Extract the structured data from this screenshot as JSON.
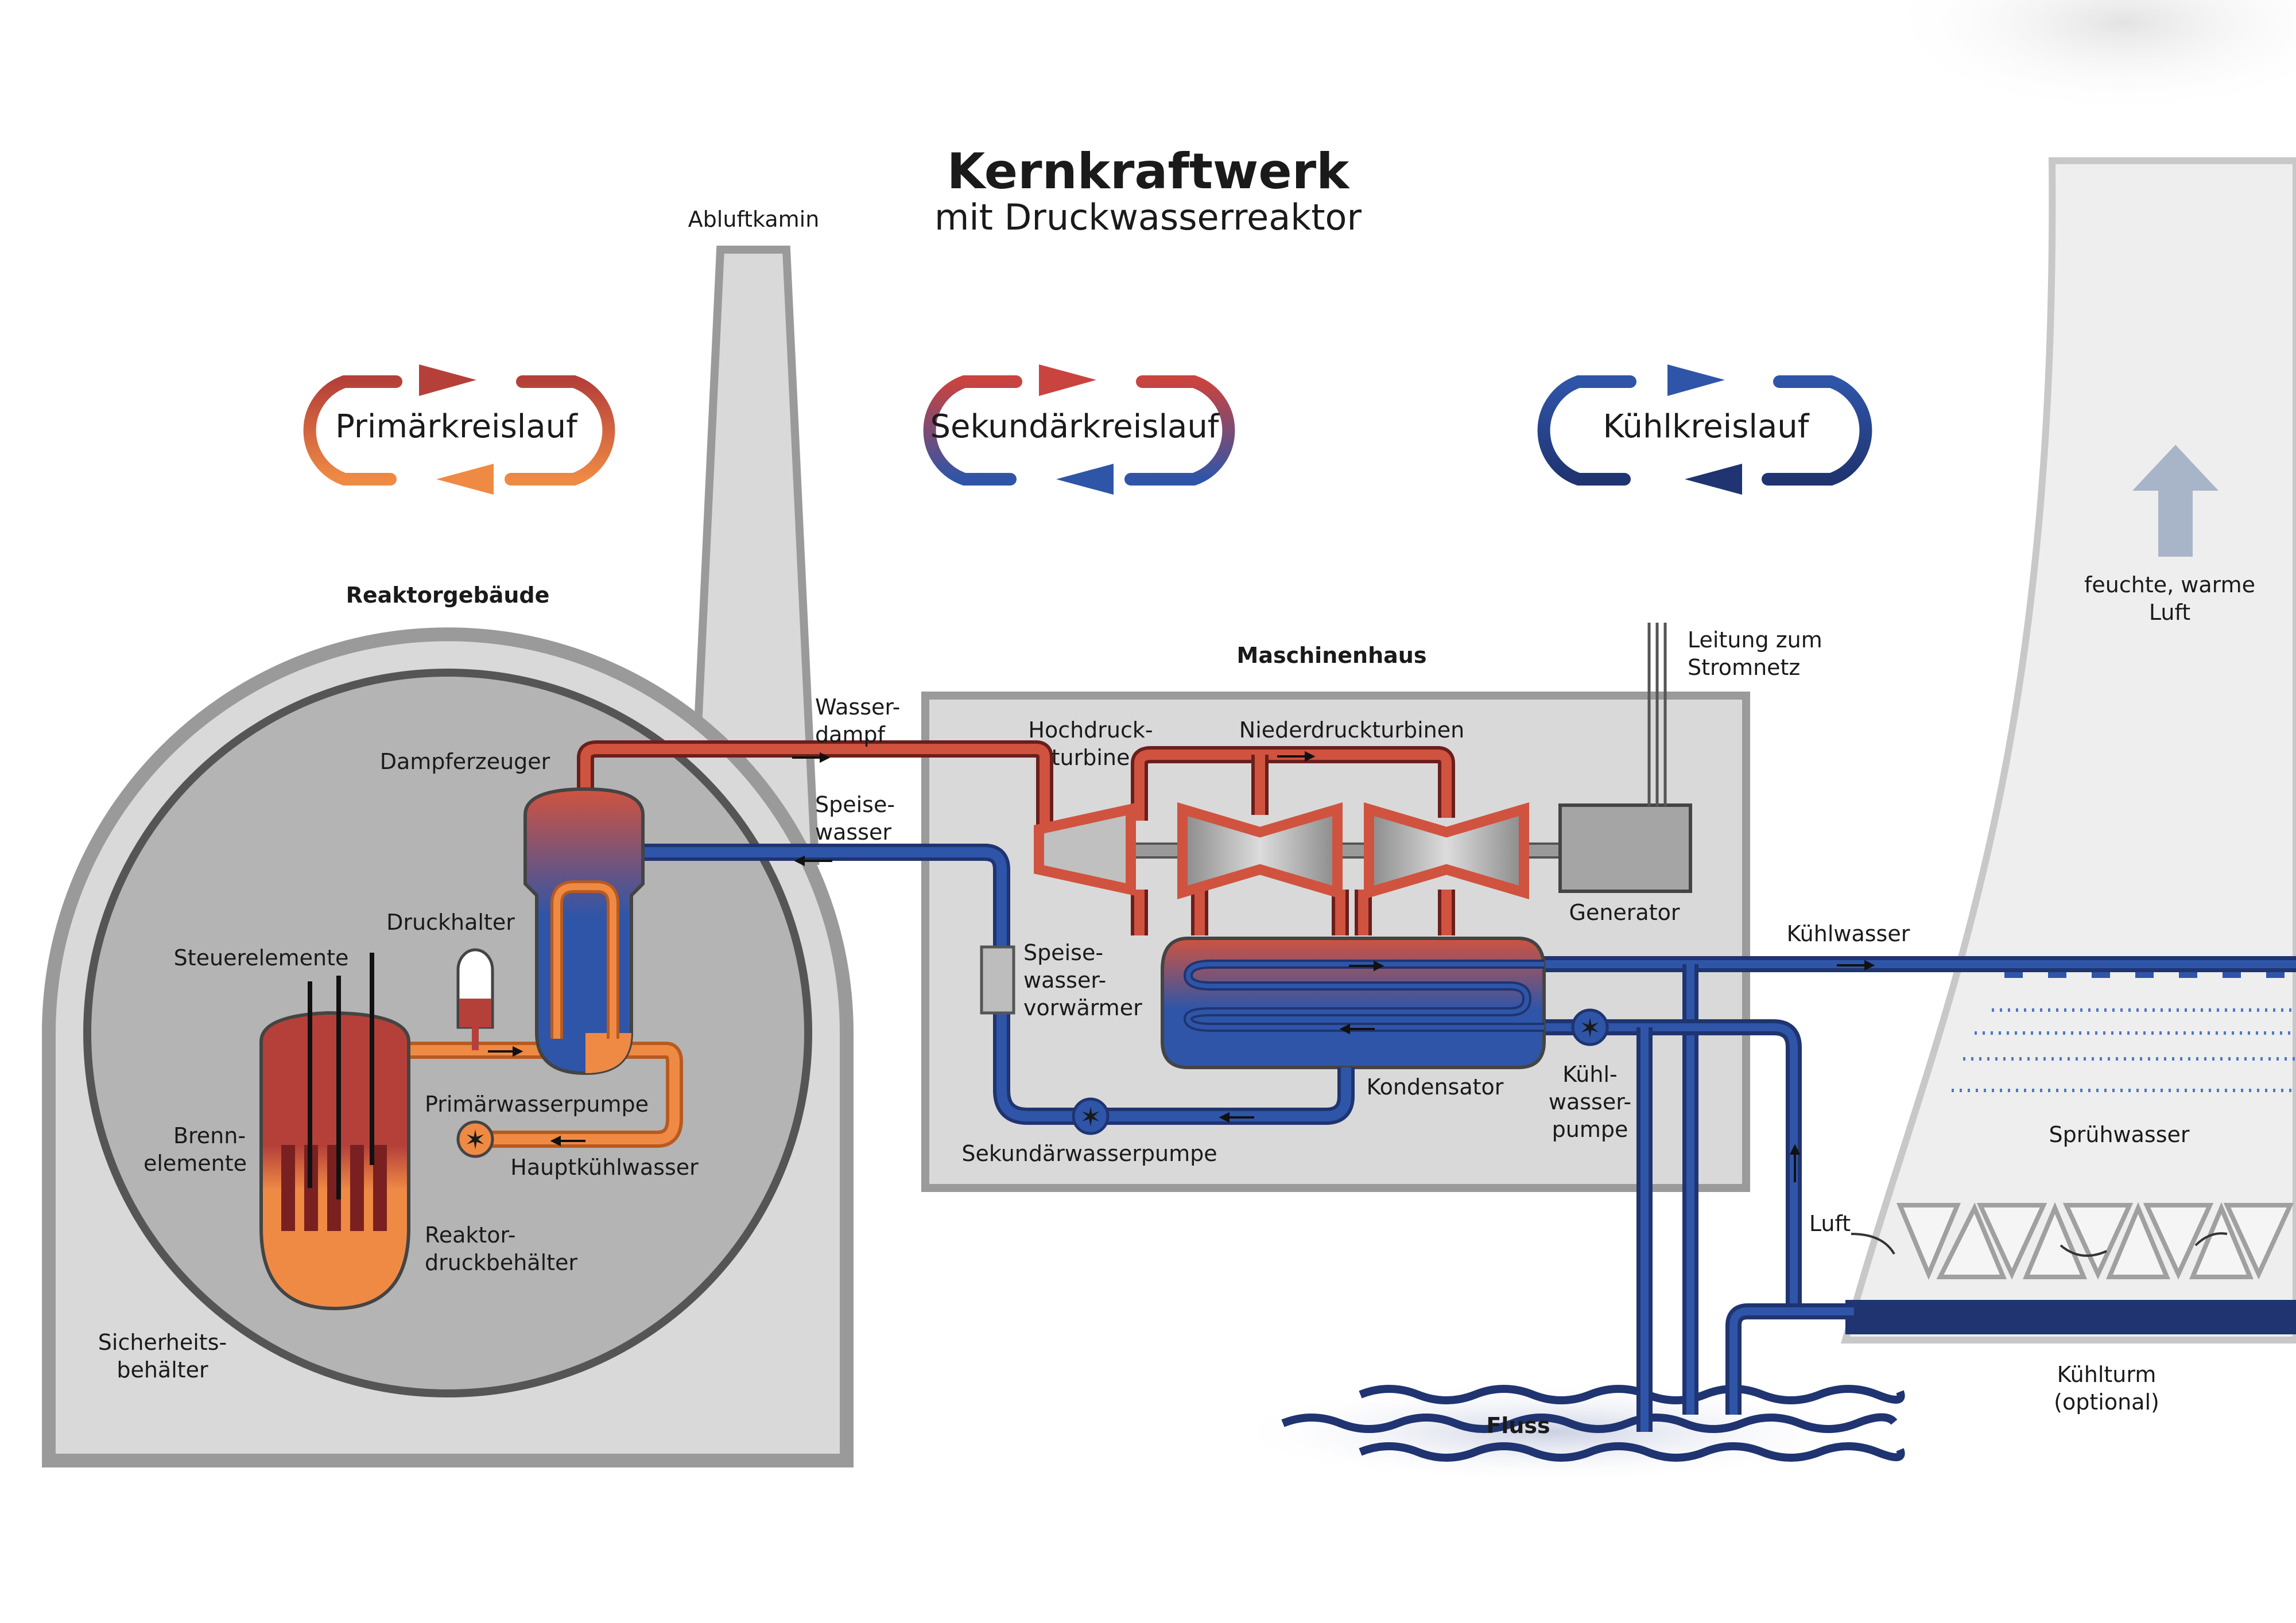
{
  "title": "Kernkraftwerk",
  "subtitle": "mit Druckwasserreaktor",
  "loops": {
    "primary": "Primärkreislauf",
    "secondary": "Sekundärkreislauf",
    "cooling": "Kühlkreislauf"
  },
  "buildings": {
    "reactor_building": "Reaktorgebäude",
    "machine_house": "Maschinenhaus",
    "stack": "Abluftkamin"
  },
  "labels": {
    "steam_generator": "Dampferzeuger",
    "pressurizer": "Druckhalter",
    "control_rods": "Steuerelemente",
    "fuel_1": "Brenn-",
    "fuel_2": "elemente",
    "primary_pump": "Primärwasserpumpe",
    "main_coolant": "Hauptkühlwasser",
    "rpv_1": "Reaktor-",
    "rpv_2": "druckbehälter",
    "containment_1": "Sicherheits-",
    "containment_2": "behälter",
    "steam_1": "Wasser-",
    "steam_2": "dampf",
    "feedwater_1": "Speise-",
    "feedwater_2": "wasser",
    "hp_turbine_1": "Hochdruck-",
    "hp_turbine_2": "turbine",
    "lp_turbines": "Niederdruckturbinen",
    "grid_1": "Leitung zum",
    "grid_2": "Stromnetz",
    "generator": "Generator",
    "preheater_1": "Speise-",
    "preheater_2": "wasser-",
    "preheater_3": "vorwärmer",
    "condenser": "Kondensator",
    "secondary_pump": "Sekundärwasserpumpe",
    "cooling_pump_1": "Kühl-",
    "cooling_pump_2": "wasser-",
    "cooling_pump_3": "pumpe",
    "cooling_water": "Kühlwasser",
    "humid_air_1": "feuchte, warme",
    "humid_air_2": "Luft",
    "spray_water": "Sprühwasser",
    "air": "Luft",
    "cooling_tower_1": "Kühlturm",
    "cooling_tower_2": "(optional)",
    "river": "Fluss"
  },
  "colors": {
    "primary_red": "#b5403a",
    "primary_orange": "#ef8a45",
    "steam_red": "#d0533f",
    "water_blue": "#2f55a8",
    "dark_blue": "#1f3470",
    "building_gray": "#d9d9d9",
    "building_stroke": "#9a9a9a"
  }
}
